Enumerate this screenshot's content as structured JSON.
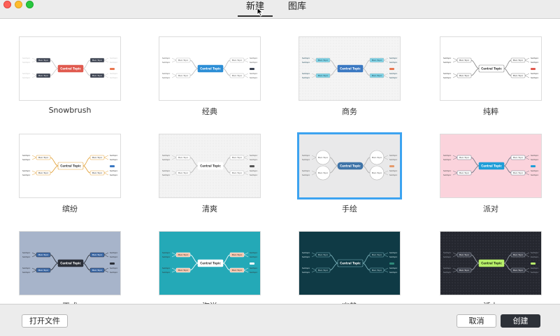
{
  "tabs": [
    {
      "label": "新建",
      "active": true
    },
    {
      "label": "图库",
      "active": false
    }
  ],
  "templates": [
    {
      "label": "Snowbrush",
      "bg": "#ffffff",
      "center_bg": "#e05a4f",
      "center_fg": "#ffffff",
      "node_bg": "#3a4150",
      "node_fg": "#ffffff",
      "line": "#c9c9c9",
      "accent": "#e8764f",
      "grid": false,
      "round": false
    },
    {
      "label": "经典",
      "bg": "#ffffff",
      "center_bg": "#2c8ed6",
      "center_fg": "#ffffff",
      "node_bg": "#ffffff",
      "node_fg": "#555555",
      "line": "#bbbbbb",
      "accent": "#3a4150",
      "grid": false,
      "round": false
    },
    {
      "label": "商务",
      "bg": "#f4f4f4",
      "center_bg": "#3a78c2",
      "center_fg": "#ffffff",
      "node_bg": "#7fd3e6",
      "node_fg": "#214b5a",
      "line": "#bbbbbb",
      "accent": "#e8764f",
      "grid": true,
      "round": false
    },
    {
      "label": "纯粹",
      "bg": "#ffffff",
      "center_bg": "#ffffff",
      "center_fg": "#333333",
      "node_bg": "#ffffff",
      "node_fg": "#333333",
      "line": "#888888",
      "accent": "#e05a4f",
      "grid": false,
      "round": false
    },
    {
      "label": "缤纷",
      "bg": "#ffffff",
      "center_bg": "#ffffff",
      "center_fg": "#333333",
      "node_bg": "#ffffff",
      "node_fg": "#333333",
      "line": "#e2a23a",
      "accent": "#3a78c2",
      "grid": false,
      "round": false
    },
    {
      "label": "清爽",
      "bg": "#f3f3f3",
      "center_bg": "#ffffff",
      "center_fg": "#333333",
      "node_bg": "#ffffff",
      "node_fg": "#555555",
      "line": "#bbbbbb",
      "accent": "#555555",
      "grid": true,
      "round": false
    },
    {
      "label": "手绘",
      "bg": "#e9e9ea",
      "center_bg": "#3f74a8",
      "center_fg": "#ffffff",
      "node_bg": "#ffffff",
      "node_fg": "#555555",
      "line": "#b0b0b0",
      "accent": "#e59a6b",
      "grid": false,
      "round": true
    },
    {
      "label": "派对",
      "bg": "#fbd3dc",
      "center_bg": "#1f9ed8",
      "center_fg": "#ffffff",
      "node_bg": "#ffffff",
      "node_fg": "#444444",
      "line": "#6f7786",
      "accent": "#1f9ed8",
      "grid": false,
      "round": false
    },
    {
      "label": "正式",
      "bg": "#a7b4ca",
      "center_bg": "#2b2f38",
      "center_fg": "#ffffff",
      "node_bg": "#3d6aa8",
      "node_fg": "#ffffff",
      "line": "#2b2f38",
      "accent": "#2b2f38",
      "grid": false,
      "round": false
    },
    {
      "label": "海洋",
      "bg": "#24a9b7",
      "center_bg": "#ffffff",
      "center_fg": "#333333",
      "node_bg": "#f4c3aa",
      "node_fg": "#333333",
      "line": "#ffffff",
      "accent": "#ffffff",
      "grid": false,
      "round": false
    },
    {
      "label": "幽静",
      "bg": "#0f3a45",
      "center_bg": "#0f3a45",
      "center_fg": "#ffffff",
      "node_bg": "#0f3a45",
      "node_fg": "#cfe6ea",
      "line": "#7fb6bf",
      "accent": "#2f8a7a",
      "grid": false,
      "round": false
    },
    {
      "label": "活力",
      "bg": "#25272f",
      "center_bg": "#b8f06a",
      "center_fg": "#1e2a10",
      "node_bg": "#3a3d48",
      "node_fg": "#ffffff",
      "line": "#9aa0ab",
      "accent": "#b8f06a",
      "grid": true,
      "round": false
    }
  ],
  "thumb_text": {
    "center": "Central Topic",
    "main": "Main Topic",
    "sub": "Subtopic"
  },
  "selected_index": 6,
  "buttons": {
    "open_file": "打开文件",
    "cancel": "取消",
    "create": "创建"
  }
}
